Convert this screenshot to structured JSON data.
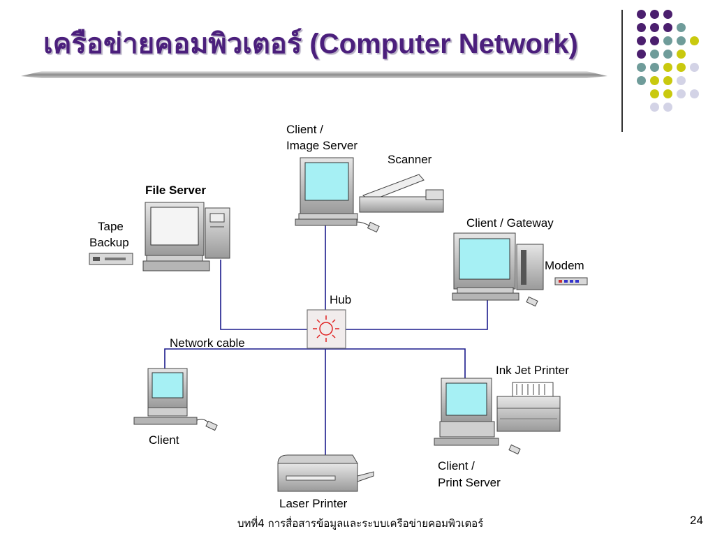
{
  "slide": {
    "title": "เครือข่ายคอมพิวเตอร์ (Computer Network)",
    "footer": "บทที่4 การสื่อสารข้อมูลและระบบเครือข่ายคอมพิวเตอร์",
    "page_number": "24"
  },
  "decor": {
    "dot_colors": {
      "purple": "#4b1f6e",
      "teal": "#6f9c9a",
      "yellow": "#c9c90e",
      "lavender": "#d3d3e6"
    },
    "dot_grid": [
      [
        "purple",
        "purple",
        "purple"
      ],
      [
        "purple",
        "purple",
        "purple",
        "teal"
      ],
      [
        "purple",
        "purple",
        "teal",
        "teal",
        "yellow"
      ],
      [
        "purple",
        "teal",
        "teal",
        "yellow"
      ],
      [
        "teal",
        "teal",
        "yellow",
        "yellow",
        "lavender"
      ],
      [
        "teal",
        "yellow",
        "yellow",
        "lavender"
      ],
      [
        "yellow",
        "yellow",
        "lavender",
        "lavender"
      ],
      [
        "lavender",
        "lavender"
      ]
    ]
  },
  "diagram": {
    "cable_color": "#1a1a8c",
    "hub_color": "#e02020",
    "labels": {
      "client_image_server_1": "Client /",
      "client_image_server_2": "Image Server",
      "scanner": "Scanner",
      "file_server": "File Server",
      "tape_backup_1": "Tape",
      "tape_backup_2": "Backup",
      "client_gateway": "Client / Gateway",
      "modem": "Modem",
      "hub": "Hub",
      "network_cable": "Network cable",
      "ink_jet_printer": "Ink Jet Printer",
      "client": "Client",
      "client_print_server_1": "Client /",
      "client_print_server_2": "Print Server",
      "laser_printer": "Laser Printer"
    }
  }
}
